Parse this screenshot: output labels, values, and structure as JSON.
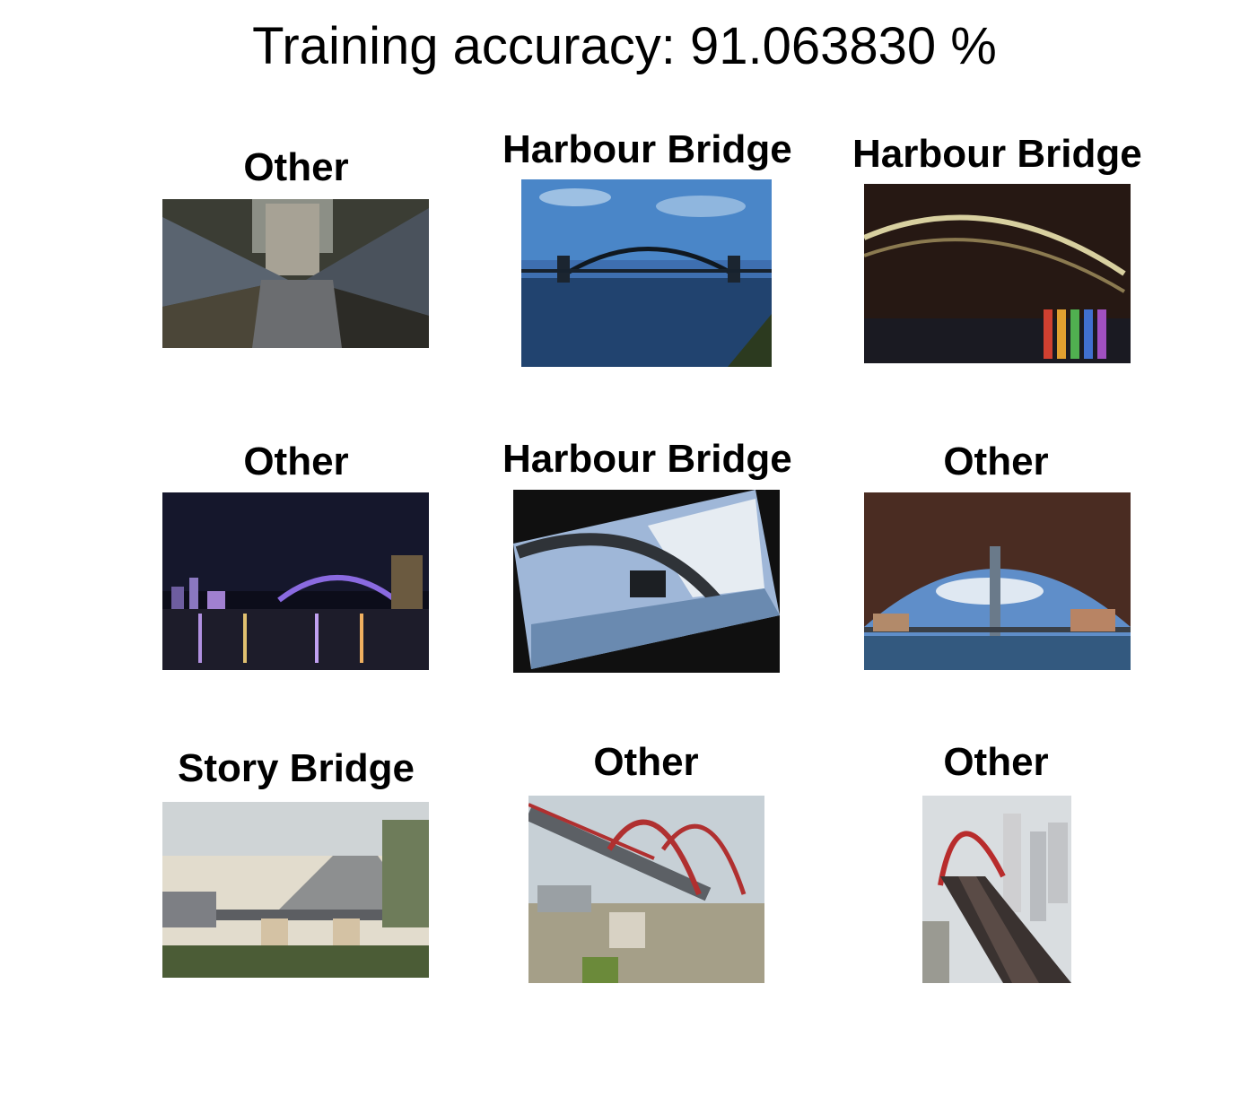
{
  "title": "Training accuracy: 91.063830 %",
  "images": [
    {
      "label": "Other",
      "scene": "tower-bridge-walkway"
    },
    {
      "label": "Harbour Bridge",
      "scene": "harbour-bridge-day"
    },
    {
      "label": "Harbour Bridge",
      "scene": "harbour-bridge-night-lights"
    },
    {
      "label": "Other",
      "scene": "harbour-bridge-night-skyline"
    },
    {
      "label": "Harbour Bridge",
      "scene": "harbour-bridge-rotated"
    },
    {
      "label": "Other",
      "scene": "bridge-through-brick-arch"
    },
    {
      "label": "Story Bridge",
      "scene": "story-bridge-dusk"
    },
    {
      "label": "Other",
      "scene": "red-arch-bridge-river"
    },
    {
      "label": "Other",
      "scene": "red-arch-bridge-crowd"
    }
  ]
}
